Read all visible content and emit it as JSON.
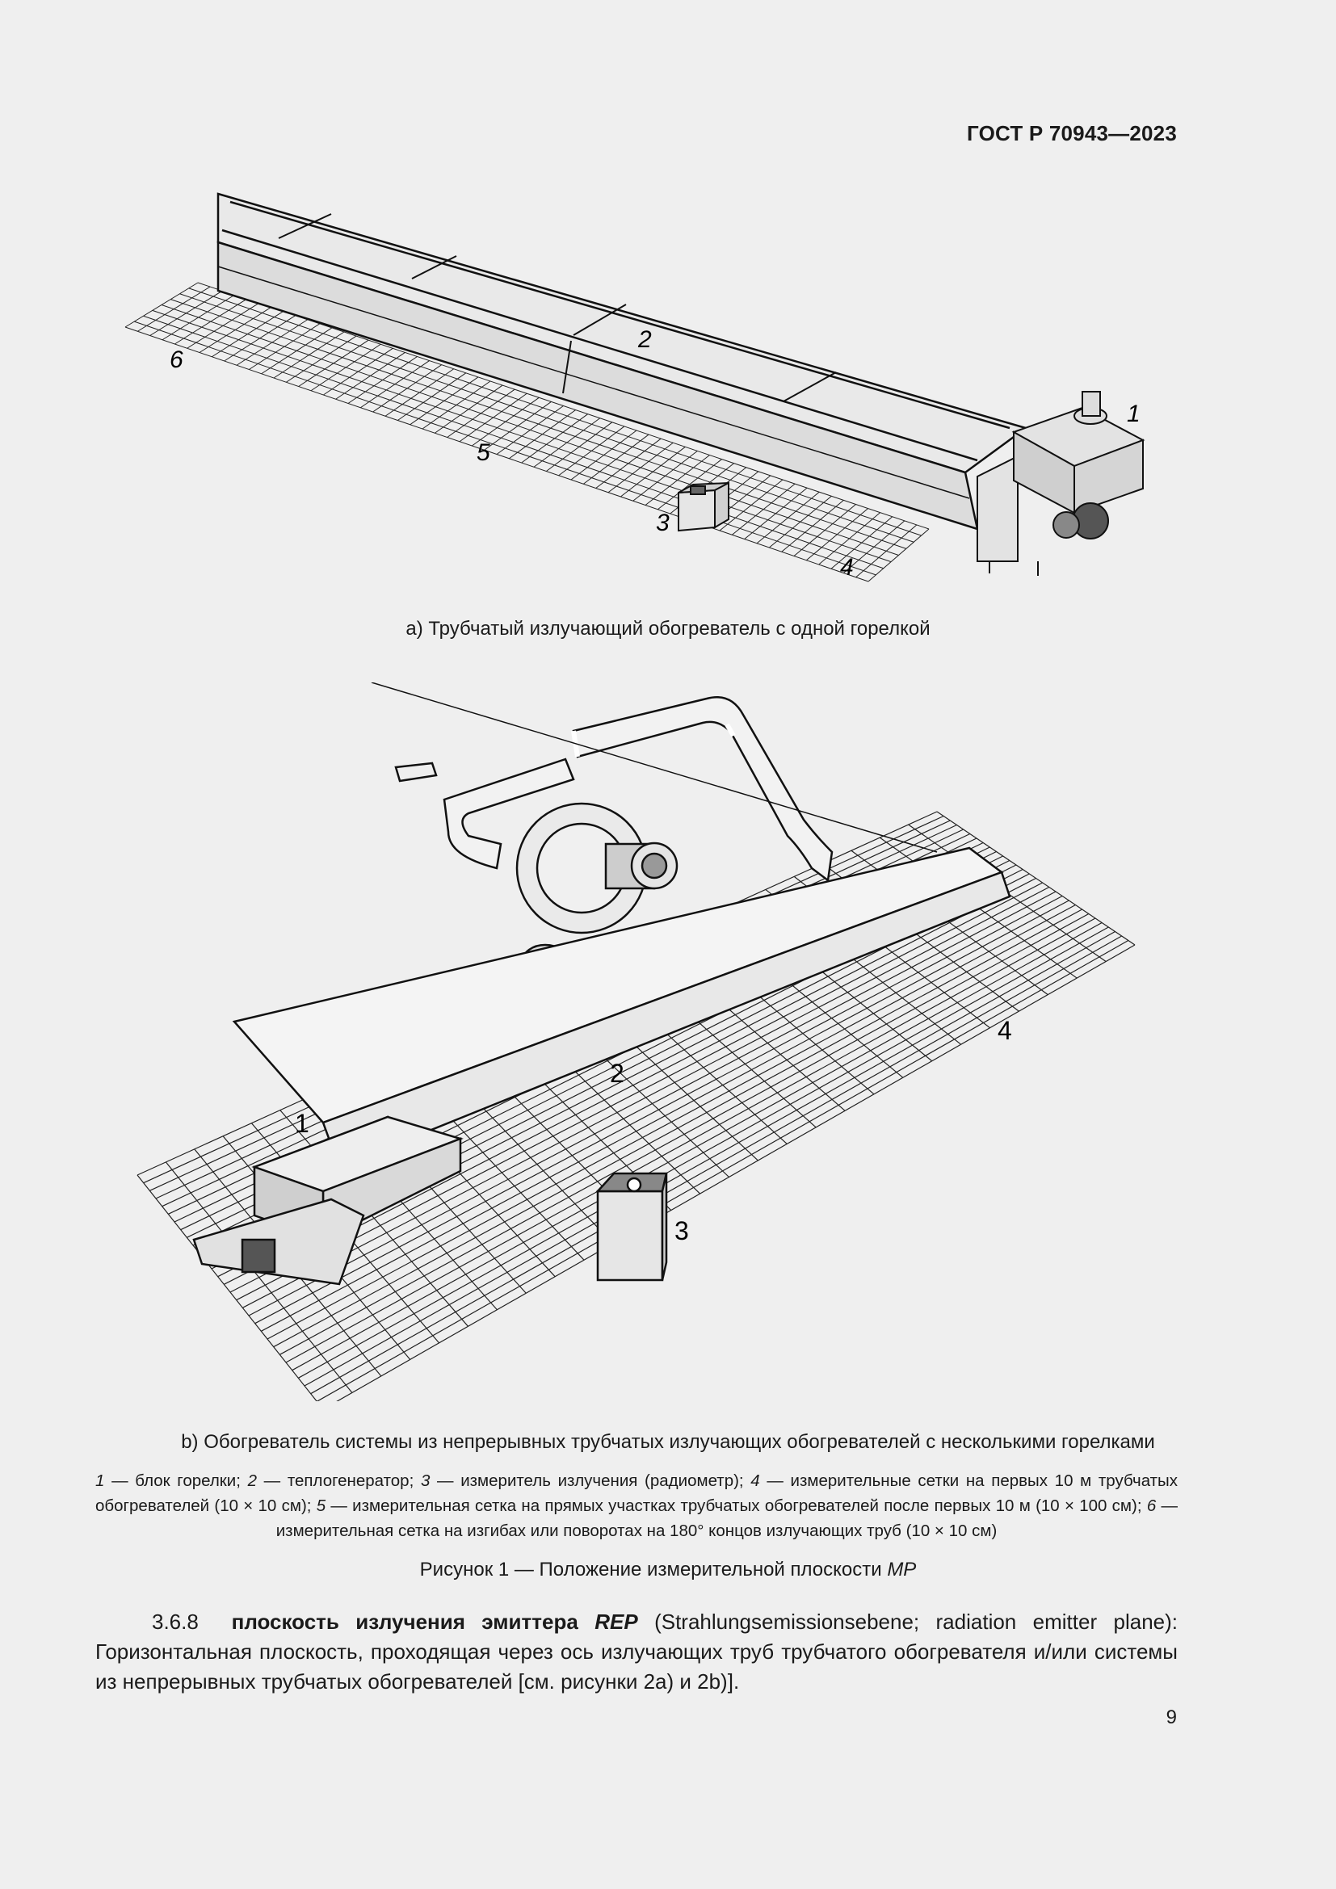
{
  "header": {
    "standard": "ГОСТ Р 70943—2023"
  },
  "figure_a": {
    "labels": {
      "burner": "1",
      "heater": "2",
      "radiometer": "3",
      "grid_4": "4",
      "grid_5": "5",
      "grid_6": "6"
    },
    "caption": "a)  Трубчатый излучающий обогреватель с одной горелкой"
  },
  "figure_b": {
    "labels": {
      "burner": "1",
      "heater": "2",
      "radiometer": "3",
      "grid_4": "4"
    },
    "caption": "b)  Обогреватель системы из непрерывных трубчатых излучающих обогревателей с несколькими горелками"
  },
  "legend": {
    "n1": "1",
    "t1": " — блок горелки; ",
    "n2": "2",
    "t2": " — теплогенератор; ",
    "n3": "3",
    "t3": " — измеритель излучения (радиометр); ",
    "n4": "4",
    "t4": " — измерительные сетки на первых 10 м трубчатых обогревателей (10 × 10 см); ",
    "n5": "5",
    "t5": " — измерительная сетка на прямых участках трубчатых обогревателей после первых 10 м (10 × 100 см); ",
    "n6": "6",
    "t6": " — измерительная сетка на изгибах или поворотах на 180° концов излучающих труб (10 × 10 см)"
  },
  "figure_title": {
    "text": "Рисунок 1 — Положение измерительной плоскости ",
    "symbol": "MP"
  },
  "paragraph": {
    "number": "3.6.8",
    "term": "плоскость излучения эмиттера",
    "abbr": "REP",
    "body": " (Strahlungsemissionsebene; radiation emitter plane): Горизонтальная плоскость, проходящая через ось излучающих труб трубчатого обогревателя и/или системы из непрерывных трубчатых обогревателей [см. рисунки 2a) и 2b)]."
  },
  "page_number": "9"
}
